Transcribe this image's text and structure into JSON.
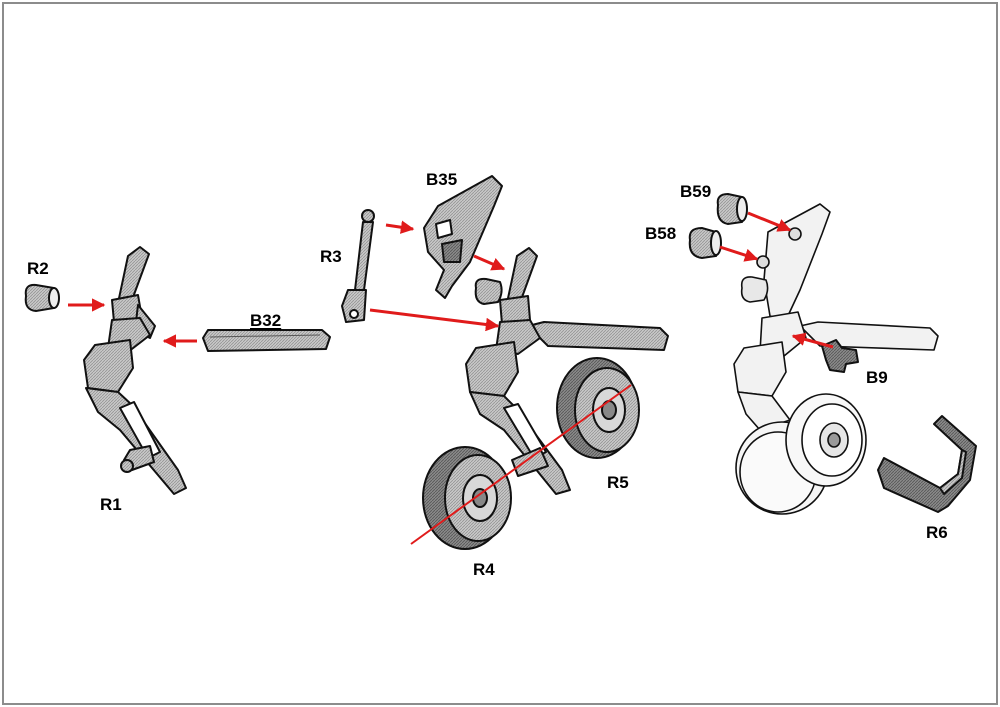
{
  "diagram": {
    "part_labels": {
      "r1": "R1",
      "r2": "R2",
      "b32": "B32",
      "r3": "R3",
      "b35": "B35",
      "r4": "R4",
      "r5": "R5",
      "b59": "B59",
      "b58": "B58",
      "b9": "B9",
      "r6": "R6"
    },
    "colors": {
      "arrow": "#e01b1b",
      "part_fill": "#bdbdbd",
      "tire_fill": "#7a7a7a",
      "outline": "#111111",
      "frame": "#8c8c8c"
    }
  }
}
